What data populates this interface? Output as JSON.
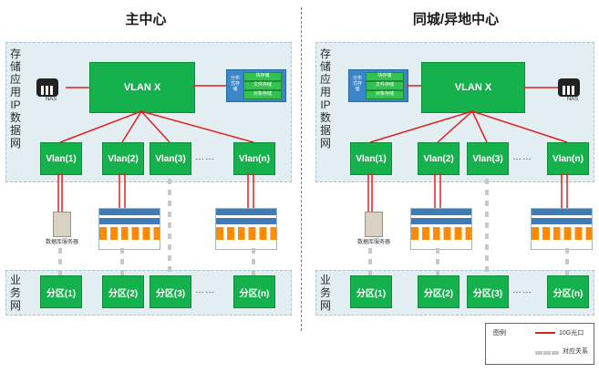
{
  "titles": {
    "main": "主中心",
    "backup": "同城/异地中心"
  },
  "labels": {
    "storage_net": "存储应用IP数据网",
    "business_net": "业务网"
  },
  "vlans": {
    "core": "VLAN X",
    "access": [
      "Vlan(1)",
      "Vlan(2)",
      "Vlan(3)",
      "Vlan(n)"
    ],
    "dots": "……"
  },
  "zones": {
    "items": [
      "分区(1)",
      "分区(2)",
      "分区(3)",
      "分区(n)"
    ],
    "dots": "……"
  },
  "storage": {
    "title": "分布式存储",
    "items": [
      "块存储",
      "文件存储",
      "对象存储"
    ]
  },
  "nas": "NAS",
  "db_server": "数据库服务器",
  "legend": {
    "title": "图例",
    "fiber": "10G光口",
    "relation": "对应关系",
    "fiber_color": "#e02020",
    "relation_color": "#c7c7c7"
  },
  "colors": {
    "green": "#14b14c",
    "net_bg": "#e3eef3",
    "storage_blue": "#3b86c8"
  }
}
